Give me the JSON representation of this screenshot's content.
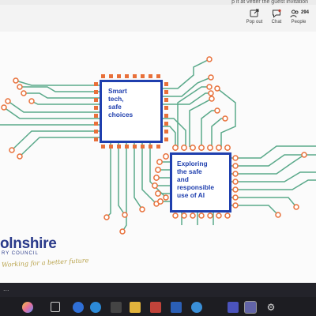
{
  "topbar": {
    "banner_text": "p it at vetter the guest invitation",
    "buttons": [
      {
        "label": "Pop out",
        "icon": "pop-out-icon"
      },
      {
        "label": "Chat",
        "icon": "chat-icon"
      },
      {
        "label": "People",
        "icon": "people-icon",
        "count": "294"
      }
    ]
  },
  "slide": {
    "chip1_lines": [
      "Smart",
      "tech,",
      "safe",
      "choices"
    ],
    "chip2_lines": [
      "Exploring",
      "the safe",
      "and",
      "responsible",
      "use of AI"
    ],
    "logo_text": "olnshire",
    "logo_sub": "RY COUNCIL",
    "logo_tagline": "Working for a better future"
  },
  "colors": {
    "trace": "#5aa98a",
    "pad": "#e8703a",
    "chip_border": "#1f3fae",
    "text_blue": "#1f3fae"
  },
  "taskbar": {
    "more_label": "...",
    "icons": [
      "copilot-icon",
      "taskview-icon",
      "edge-icon",
      "file-explorer-icon",
      "store-icon",
      "mail-icon",
      "photos-icon",
      "word-icon",
      "app-icon",
      "teams-icon",
      "settings-icon"
    ]
  }
}
